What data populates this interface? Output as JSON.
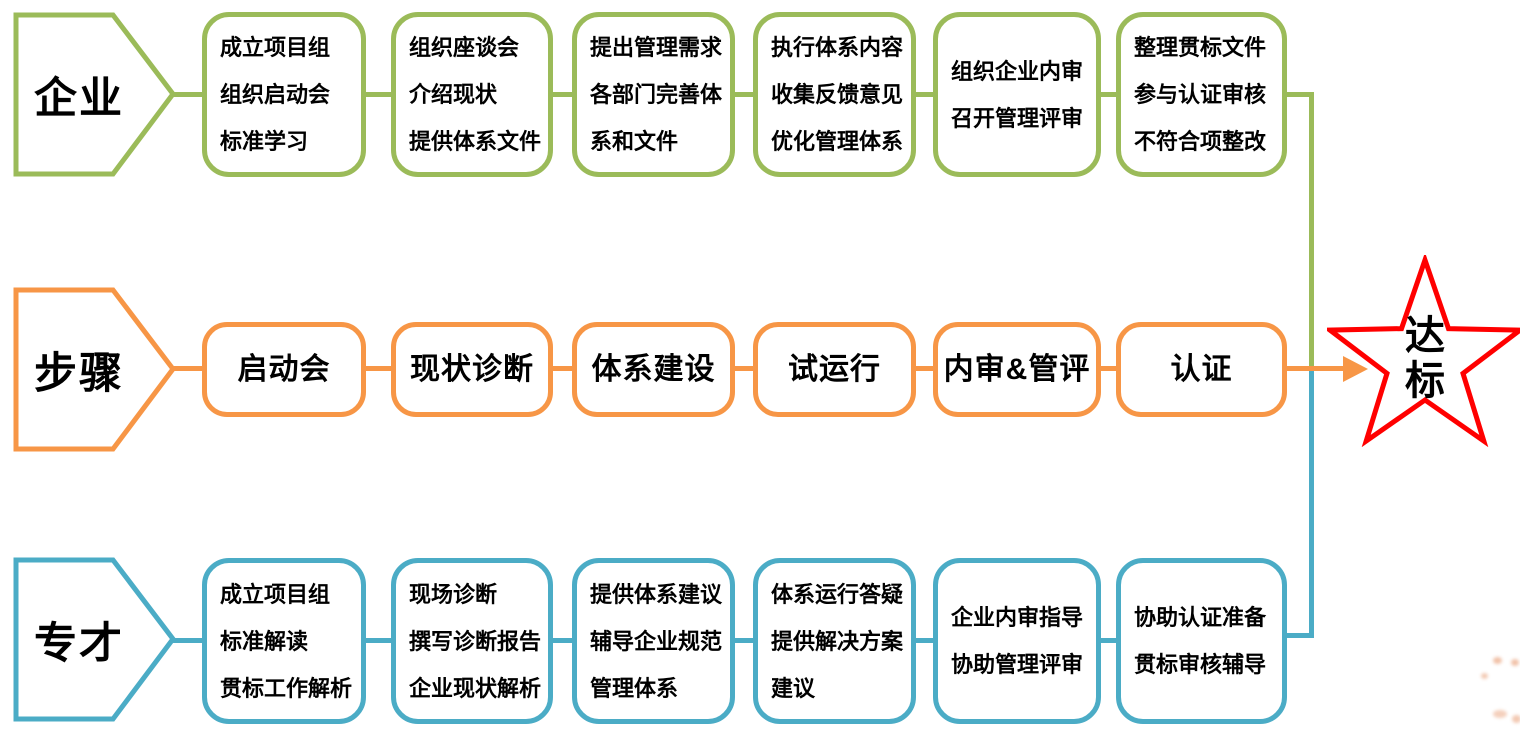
{
  "diagram": {
    "colors": {
      "enterprise_row": "#9bbb59",
      "steps_row": "#f79646",
      "specialist_row": "#4bacc6",
      "goal_star": "#ff0000",
      "text": "#000000"
    },
    "rows": [
      {
        "id": "enterprise",
        "label": "企业",
        "boxes": [
          {
            "lines": [
              "成立项目组",
              "组织启动会",
              "标准学习"
            ]
          },
          {
            "lines": [
              "组织座谈会",
              "介绍现状",
              "提供体系文件"
            ]
          },
          {
            "lines": [
              "提出管理需求",
              "各部门完善体",
              "系和文件"
            ]
          },
          {
            "lines": [
              "执行体系内容",
              "收集反馈意见",
              "优化管理体系"
            ]
          },
          {
            "lines": [
              "组织企业内审",
              "召开管理评审"
            ]
          },
          {
            "lines": [
              "整理贯标文件",
              "参与认证审核",
              "不符合项整改"
            ]
          }
        ]
      },
      {
        "id": "steps",
        "label": "步骤",
        "boxes": [
          {
            "lines": [
              "启动会"
            ]
          },
          {
            "lines": [
              "现状诊断"
            ]
          },
          {
            "lines": [
              "体系建设"
            ]
          },
          {
            "lines": [
              "试运行"
            ]
          },
          {
            "lines": [
              "内审&管评"
            ]
          },
          {
            "lines": [
              "认证"
            ]
          }
        ]
      },
      {
        "id": "specialist",
        "label": "专才",
        "boxes": [
          {
            "lines": [
              "成立项目组",
              "标准解读",
              "贯标工作解析"
            ]
          },
          {
            "lines": [
              "现场诊断",
              "撰写诊断报告",
              "企业现状解析"
            ]
          },
          {
            "lines": [
              "提供体系建议",
              "辅导企业规范",
              "管理体系"
            ]
          },
          {
            "lines": [
              "体系运行答疑",
              "提供解决方案",
              "建议"
            ]
          },
          {
            "lines": [
              "企业内审指导",
              "协助管理评审"
            ]
          },
          {
            "lines": [
              "协助认证准备",
              "贯标审核辅导"
            ]
          }
        ]
      }
    ],
    "goal": {
      "label": "达标"
    }
  }
}
